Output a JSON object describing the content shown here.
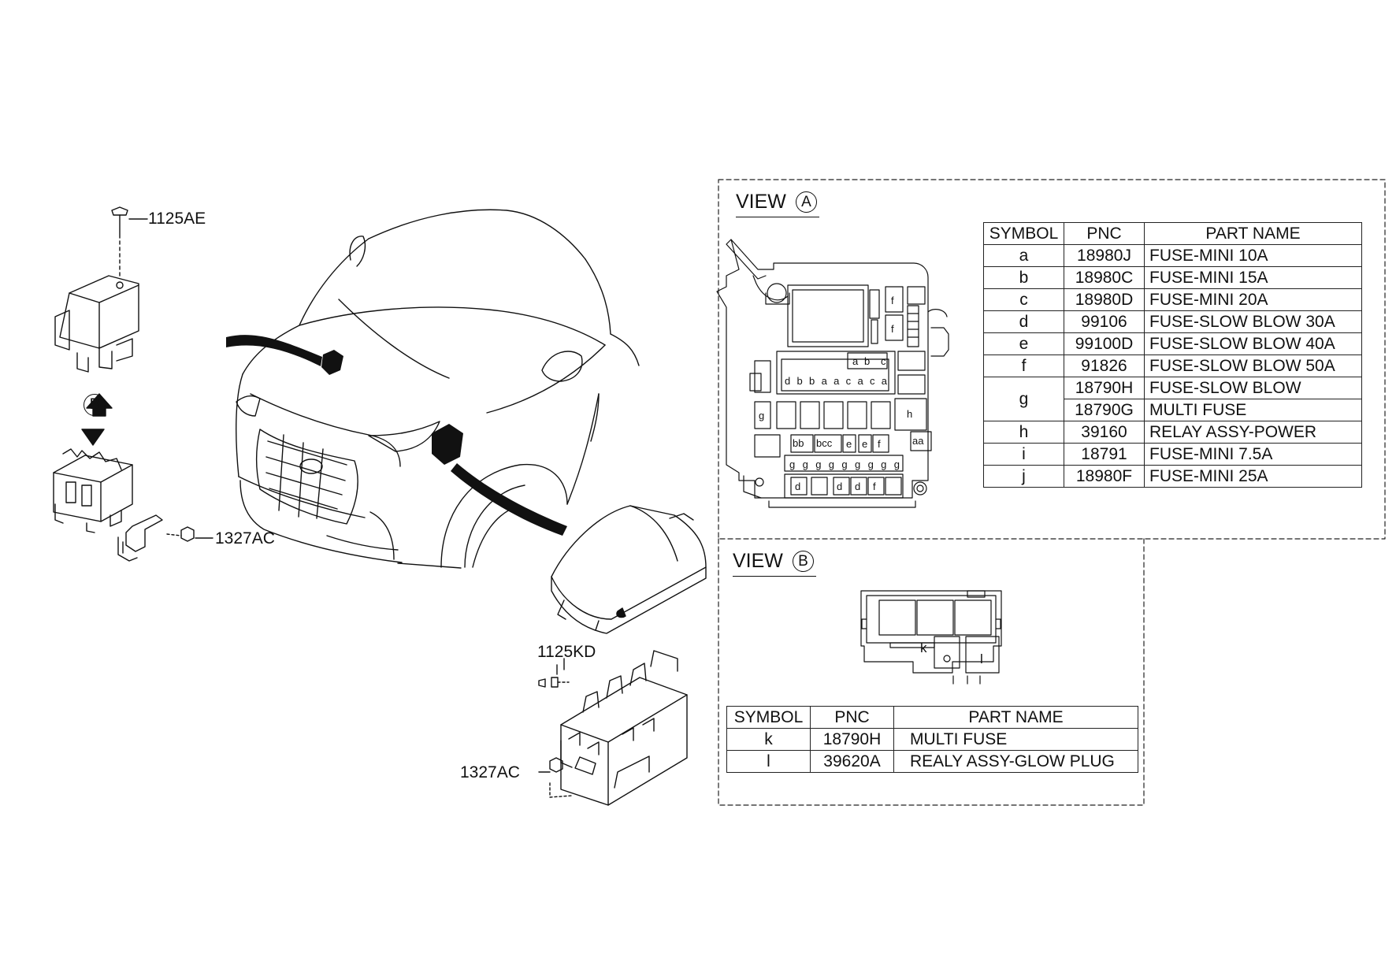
{
  "main_labels": {
    "p_1125AE": "1125AE",
    "p_1327AC_top": "1327AC",
    "p_1125KD": "1125KD",
    "p_1327AC_bottom": "1327AC",
    "callout_B": "B"
  },
  "view_a": {
    "title": "VIEW",
    "letter": "A",
    "table": {
      "headers": [
        "SYMBOL",
        "PNC",
        "PART NAME"
      ],
      "rows": [
        {
          "symbol": "a",
          "pnc": "18980J",
          "name": "FUSE-MINI 10A"
        },
        {
          "symbol": "b",
          "pnc": "18980C",
          "name": "FUSE-MINI 15A"
        },
        {
          "symbol": "c",
          "pnc": "18980D",
          "name": "FUSE-MINI 20A"
        },
        {
          "symbol": "d",
          "pnc": "99106",
          "name": "FUSE-SLOW BLOW 30A"
        },
        {
          "symbol": "e",
          "pnc": "99100D",
          "name": "FUSE-SLOW BLOW 40A"
        },
        {
          "symbol": "f",
          "pnc": "91826",
          "name": "FUSE-SLOW BLOW 50A"
        },
        {
          "symbol": "g",
          "pnc": "18790H",
          "name": "FUSE-SLOW BLOW",
          "pnc2": "18790G",
          "name2": "MULTI FUSE"
        },
        {
          "symbol": "h",
          "pnc": "39160",
          "name": "RELAY ASSY-POWER"
        },
        {
          "symbol": "i",
          "pnc": "18791",
          "name": "FUSE-MINI 7.5A"
        },
        {
          "symbol": "j",
          "pnc": "18980F",
          "name": "FUSE-MINI 25A"
        }
      ]
    }
  },
  "view_b": {
    "title": "VIEW",
    "letter": "B",
    "table": {
      "headers": [
        "SYMBOL",
        "PNC",
        "PART NAME"
      ],
      "rows": [
        {
          "symbol": "k",
          "pnc": "18790H",
          "name": "MULTI FUSE"
        },
        {
          "symbol": "l",
          "pnc": "39620A",
          "name": "REALY ASSY-GLOW PLUG"
        }
      ]
    }
  },
  "fuse_box_a_labels": {
    "f1": "f",
    "f2": "f",
    "a1": "a",
    "b1": "b",
    "c1": "c",
    "row1": "dbbaacaca",
    "g1": "g",
    "h1": "h",
    "row2": "bb",
    "row2b": "bcc",
    "e1": "e",
    "e2": "e",
    "f3": "f",
    "aa": "aa",
    "row3": "ggggggggg",
    "d1": "d",
    "d2": "d",
    "d3": "d",
    "f4": "f"
  },
  "fuse_box_b_labels": {
    "k": "k",
    "l": "l"
  }
}
